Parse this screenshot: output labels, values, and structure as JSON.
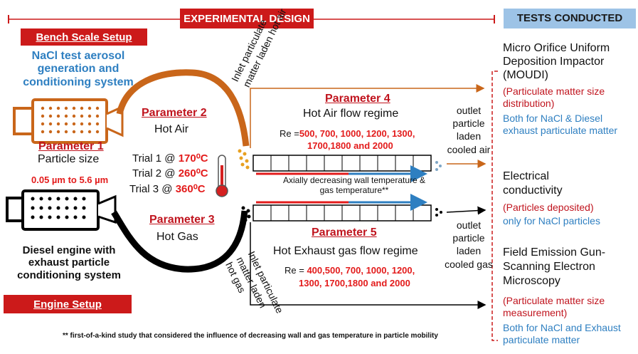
{
  "header": {
    "experimental_design": "EXPERIMENTAL DESIGN",
    "tests_conducted": "TESTS CONDUCTED"
  },
  "bench": {
    "label": "Bench Scale Setup",
    "description": [
      "NaCl test aerosol",
      "generation and",
      "conditioning system"
    ]
  },
  "engine": {
    "label": "Engine Setup",
    "description": [
      "Diesel engine with",
      "exhaust particle",
      "conditioning system"
    ]
  },
  "param1": {
    "title": "Parameter 1",
    "name": "Particle size",
    "range": "0.05 µm to 5.6 µm"
  },
  "param2": {
    "title": "Parameter 2",
    "name": "Hot Air",
    "trials": [
      {
        "label": "Trial 1 @ ",
        "value": "170⁰C"
      },
      {
        "label": "Trial 2 @ ",
        "value": "260⁰C"
      },
      {
        "label": "Trial 3 @ ",
        "value": "360⁰C"
      }
    ]
  },
  "param3": {
    "title": "Parameter 3",
    "name": "Hot Gas"
  },
  "param4": {
    "title": "Parameter 4",
    "name": "Hot Air flow  regime",
    "re_prefix": "Re =",
    "re_line1": "500, 700, 1000, 1200, 1300,",
    "re_line2": "1700,1800 and 2000"
  },
  "param5": {
    "title": "Parameter 5",
    "name": "Hot Exhaust gas flow regime",
    "re_prefix": "Re =",
    "re_line1": "400,500, 700, 1000, 1200,",
    "re_line2": "1300, 1700,1800 and 2000"
  },
  "inlet_air": [
    "Inlet particulate",
    "matter laden hot air"
  ],
  "inlet_gas": [
    "Inlet particulate",
    "matter laden",
    "hot gas"
  ],
  "outlet_air": [
    "outlet",
    "particle",
    "laden",
    "cooled air"
  ],
  "outlet_gas": [
    "outlet",
    "particle",
    "laden",
    "cooled gas"
  ],
  "gradient_note": [
    "Axially decreasing wall temperature &",
    "gas temperature**"
  ],
  "tests": {
    "moudi": {
      "name": [
        "Micro Orifice Uniform",
        "Deposition Impactor",
        "(MOUDI)"
      ],
      "purpose": [
        "(Particulate matter size",
        "distribution)"
      ],
      "scope": [
        "Both for NaCl  & Diesel",
        "exhaust particulate matter"
      ]
    },
    "conductivity": {
      "name": [
        "Electrical",
        "conductivity"
      ],
      "purpose": [
        "(Particles deposited)"
      ],
      "scope": [
        "only for NaCl particles"
      ]
    },
    "fegsem": {
      "name": [
        "Field Emission Gun-",
        "Scanning Electron",
        "Microscopy"
      ],
      "purpose": [
        "(Particulate matter size",
        "measurement)"
      ],
      "scope": [
        "Both for NaCl and Exhaust",
        "particulate matter"
      ]
    }
  },
  "footnote": "** first-of-a-kind study that considered the influence of decreasing wall and gas temperature in particle mobility",
  "colors": {
    "accent_red": "#cc1a1a",
    "air_pipe": "#c9661a",
    "gas_pipe": "#000000",
    "tests_header": "#9dc3e6"
  }
}
